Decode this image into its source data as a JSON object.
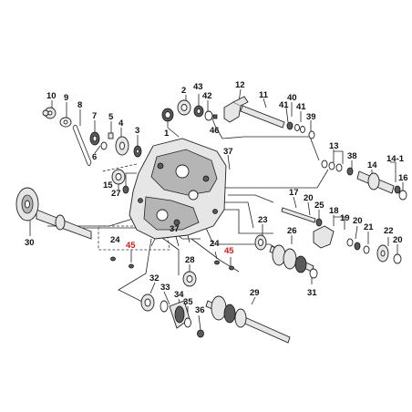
{
  "labels": {
    "p10": "10",
    "p9": "9",
    "p8": "8",
    "p7": "7",
    "p5": "5",
    "p4": "4",
    "p3": "3",
    "p6": "6",
    "p2": "2",
    "p43": "43",
    "p42": "42",
    "p12": "12",
    "p11": "11",
    "p40": "40",
    "p41a": "41",
    "p41b": "41",
    "p39": "39",
    "p1": "1",
    "p46": "46",
    "p37a": "37",
    "p13": "13",
    "p38": "38",
    "p14": "14",
    "p14_1": "14-1",
    "p16": "16",
    "p15": "15",
    "p27": "27",
    "p30": "30",
    "p17": "17",
    "p20a": "20",
    "p25": "25",
    "p18": "18",
    "p19": "19",
    "p20b": "20",
    "p21": "21",
    "p22": "22",
    "p20c": "20",
    "p23": "23",
    "p26": "26",
    "p24a": "24",
    "p45a": "45",
    "p37b": "37",
    "p24b": "24",
    "p45b": "45",
    "p28": "28",
    "p31": "31",
    "p32": "32",
    "p33": "33",
    "p34": "34",
    "p29": "29",
    "p35": "35",
    "p36": "36"
  },
  "colors": {
    "highlight": "#d21a1a",
    "line": "#222222"
  }
}
